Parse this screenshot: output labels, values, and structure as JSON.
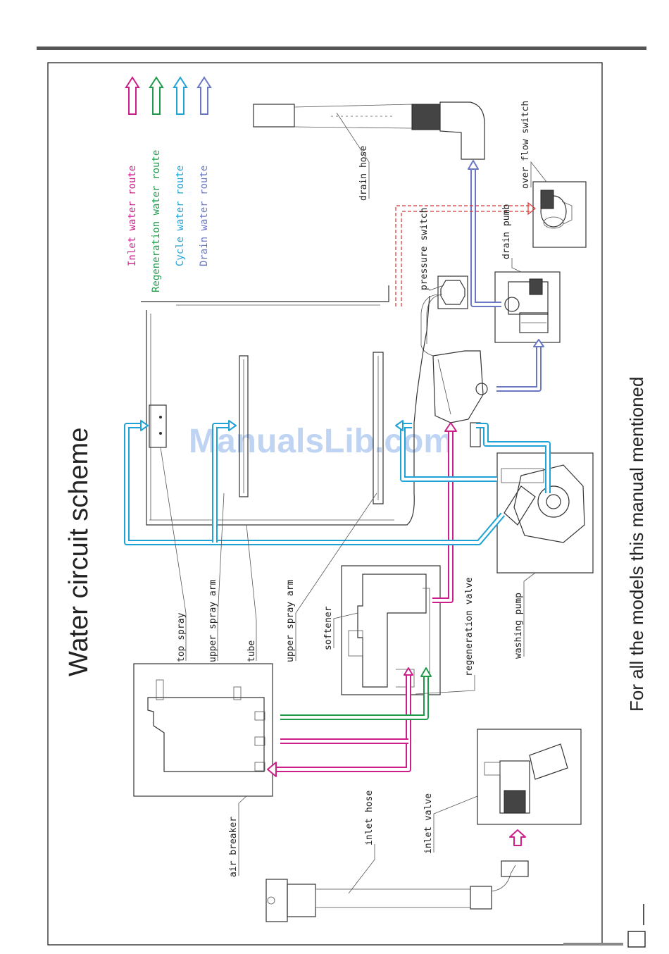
{
  "page": {
    "title": "Water circuit scheme",
    "footer_note": "For all the models this manual mentioned",
    "watermark": "ManualsLib.com"
  },
  "legend": [
    {
      "name": "Inlet water route",
      "label_plain": "Inlet ",
      "label_accent": "water route",
      "color": "#cc1f8a",
      "accent": "#cc1f8a"
    },
    {
      "name": "Regeneration water route",
      "label_plain": "Regeneration ",
      "label_accent": "water route",
      "color": "#1f9a4a",
      "accent": "#1f9a4a"
    },
    {
      "name": "Cycle water route",
      "label_plain": "Cycle ",
      "label_accent": "water route",
      "color": "#1fa3d6",
      "accent": "#1fa3d6"
    },
    {
      "name": "Drain water route",
      "label_plain": "Drain ",
      "label_accent": "water route",
      "color": "#6a78c4",
      "accent": "#6a78c4"
    }
  ],
  "components": {
    "top_spray": "top spray",
    "upper_spray_arm_1": "upper spray arm",
    "tube": "tube",
    "upper_spray_arm_2": "upper spray arm",
    "softener": "softener",
    "regeneration_valve": "regeneration valve",
    "washing_pump": "washing pump",
    "air_breaker": "air breaker",
    "inlet_hose": "inlet hose",
    "inlet_valve": "inlet valve",
    "drain_hose": "drain hose",
    "pressure_switch": "pressure switch",
    "drain_pump": "drain pumb",
    "over_flow_switch": "over flow switch"
  },
  "colors": {
    "inlet": "#cc1f8a",
    "regeneration": "#1f9a4a",
    "cycle": "#1fa3d6",
    "drain": "#6a78c4",
    "pressure": "#e03030"
  }
}
